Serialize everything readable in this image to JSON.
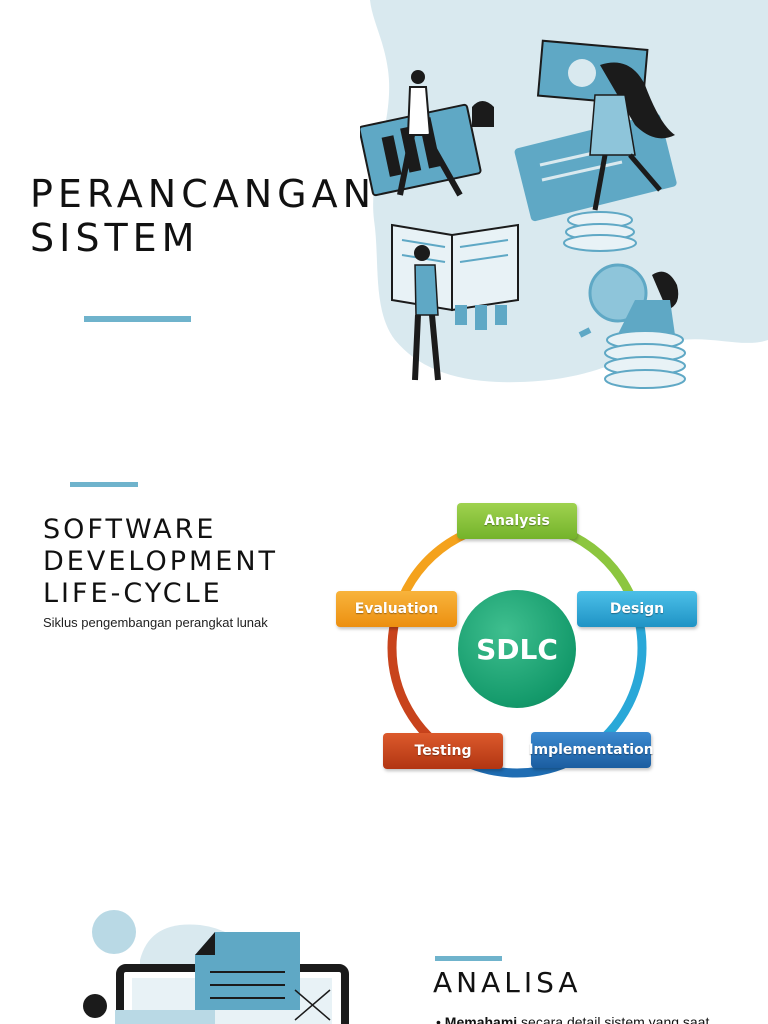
{
  "slide1": {
    "title_line1": "PERANCANGAN",
    "title_line2": "SISTEM"
  },
  "slide2": {
    "title_line1": "SOFTWARE",
    "title_line2": "DEVELOPMENT",
    "title_line3": "LIFE-CYCLE",
    "subtitle": "Siklus pengembangan perangkat lunak",
    "diagram": {
      "center": "SDLC",
      "stages": [
        "Analysis",
        "Design",
        "Implementation",
        "Testing",
        "Evaluation"
      ]
    }
  },
  "slide3": {
    "title": "ANALISA",
    "bullet_bold": "Memahami",
    "bullet_rest": " secara detail sistem yang saat"
  },
  "colors": {
    "accent": "#6fb3cc",
    "illustration_bg": "#d9e9ef",
    "illustration_fill": "#5fa8c5",
    "analysis": "#8cc63f",
    "design": "#29a8d8",
    "implementation": "#1f6db3",
    "testing": "#c8431c",
    "evaluation": "#f4a21d",
    "sdlc_center": "#149a6b"
  },
  "icons": {
    "slide1": "people-reading-shopping-illustration",
    "slide3": "laptop-documents-illustration"
  }
}
